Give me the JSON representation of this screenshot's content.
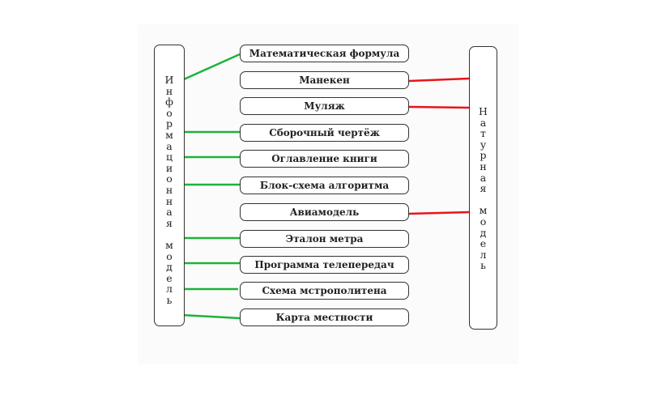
{
  "left_category": {
    "label": "Информационная модель"
  },
  "right_category": {
    "label": "Натурная модель"
  },
  "items": [
    {
      "label": "Математическая формула",
      "link": "info"
    },
    {
      "label": "Манекен",
      "link": "natural"
    },
    {
      "label": "Муляж",
      "link": "natural"
    },
    {
      "label": "Сборочный чертёж",
      "link": "info"
    },
    {
      "label": "Оглавление книги",
      "link": "info"
    },
    {
      "label": "Блок-схема алгоритма",
      "link": "info"
    },
    {
      "label": "Авиамодель",
      "link": "natural"
    },
    {
      "label": "Эталон метра",
      "link": "info"
    },
    {
      "label": "Программа телепередач",
      "link": "info"
    },
    {
      "label": "Схема мстрополитена",
      "link": "info"
    },
    {
      "label": "Карта местности",
      "link": "info"
    }
  ],
  "colors": {
    "info_link": "#1db33a",
    "natural_link": "#e8141c",
    "border": "#333333"
  }
}
